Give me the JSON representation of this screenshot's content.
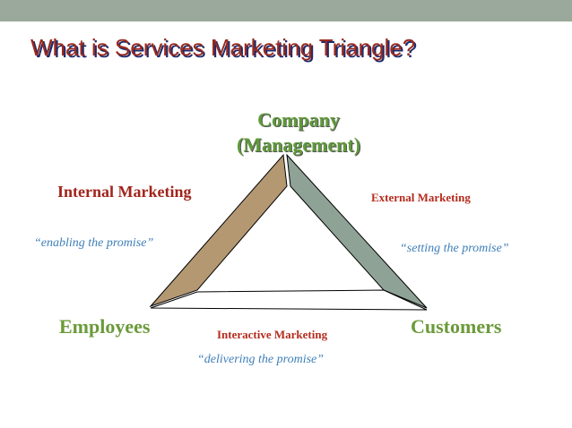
{
  "slide": {
    "title": "What is Services Marketing Triangle?"
  },
  "diagram": {
    "vertices": {
      "top_line1": "Company",
      "top_line2": "(Management)",
      "left": "Employees",
      "right": "Customers"
    },
    "sides": {
      "left": {
        "label": "Internal Marketing",
        "promise": "“enabling the promise”",
        "color": "#b49872"
      },
      "right": {
        "label": "External Marketing",
        "promise": "“setting the promise”",
        "color": "#8ea396"
      },
      "bottom": {
        "label": "Interactive Marketing",
        "promise": "“delivering the promise”",
        "color": "#ffffff"
      }
    }
  }
}
